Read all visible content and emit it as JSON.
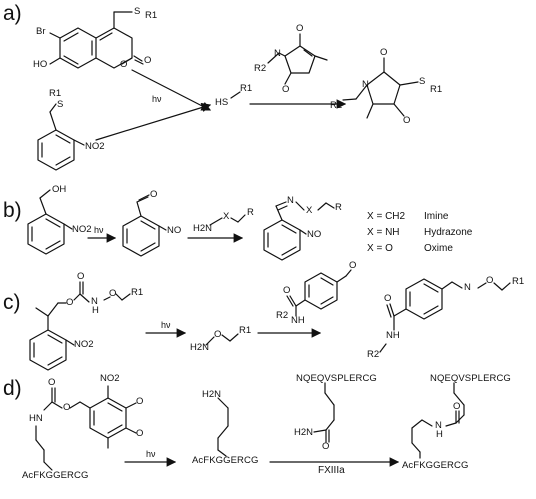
{
  "panels": {
    "a": "a)",
    "b": "b)",
    "c": "c)",
    "d": "d)"
  },
  "labels": {
    "hv": "hν",
    "fxiiia": "FXIIIa",
    "a_s_r1_top": "S",
    "a_r1_top": "R1",
    "a_br": "Br",
    "a_ho": "HO",
    "a_o1": "O",
    "a_o2": "O",
    "a_s_r1_bottom": "S",
    "a_r1_bottom": "R1",
    "a_no2": "NO2",
    "a_hs": "HS",
    "a_hs_r1": "R1",
    "a_mal_o1": "O",
    "a_mal_n": "N",
    "a_mal_r2": "R2",
    "a_mal_o2": "O",
    "a_prod_o1": "O",
    "a_prod_s": "S",
    "a_prod_r1": "R1",
    "a_prod_n": "N",
    "a_prod_r2": "R2",
    "a_prod_o2": "O",
    "b_oh": "OH",
    "b_no2": "NO2",
    "b_o": "O",
    "b_no": "NO",
    "b_h2n": "H2N",
    "b_x": "X",
    "b_r": "R",
    "b_n": "N",
    "b_x2": "X",
    "b_r2": "R",
    "b_no_p": "NO",
    "c_o1": "O",
    "c_o2": "O",
    "c_n": "N",
    "c_h": "H",
    "c_o3": "O",
    "c_r1": "R1",
    "c_no2": "NO2",
    "c_h2n": "H2N",
    "c_o4": "O",
    "c_r1b": "R1",
    "c_ald_o": "O",
    "c_amide_o": "O",
    "c_nh": "NH",
    "c_r2": "R2",
    "c_prod_o": "O",
    "c_prod_n": "N",
    "c_prod_o2": "O",
    "c_prod_r1": "R1",
    "c_prod_nh": "NH",
    "c_prod_r2": "R2",
    "d_no2": "NO2",
    "d_o_carb": "O",
    "d_o_carb2": "O",
    "d_hn": "HN",
    "d_ome1": "O",
    "d_ome2": "O",
    "d_seq1": "AcFKGGERCG",
    "d_h2n": "H2N",
    "d_seq2": "AcFKGGERCG",
    "d_nqe1": "NQEQVSPLERCG",
    "d_h2n_amide": "H2N",
    "d_amide_o": "O",
    "d_nqe2": "NQEQVSPLERCG",
    "d_prod_o": "O",
    "d_prod_nh": "N",
    "d_prod_h": "H",
    "d_seq3": "AcFKGGERCG"
  },
  "legend": [
    {
      "x": "X = CH2",
      "name": "Imine"
    },
    {
      "x": "X = NH",
      "name": "Hydrazone"
    },
    {
      "x": "X = O",
      "name": "Oxime"
    }
  ]
}
